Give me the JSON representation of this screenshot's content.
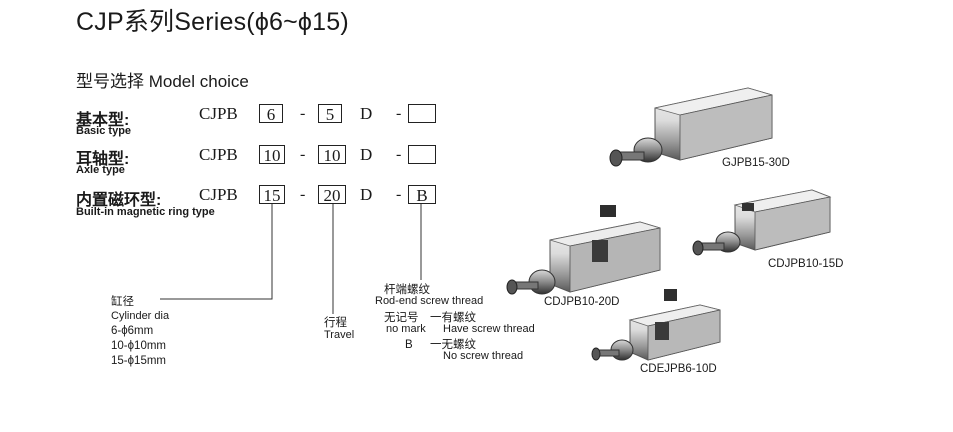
{
  "title": "CJP系列Series(ϕ6~ϕ15)",
  "section": "型号选择 Model choice",
  "rows": [
    {
      "label": "基本型:",
      "sublabel": "Basic type",
      "prefix": "CJPB",
      "bore": "6",
      "stroke": "5",
      "action": "D",
      "thread": ""
    },
    {
      "label": "耳轴型:",
      "sublabel": "Axle type",
      "prefix": "CJPB",
      "bore": "10",
      "stroke": "10",
      "action": "D",
      "thread": ""
    },
    {
      "label": "内置磁环型:",
      "sublabel": "Built-in magnetic ring type",
      "prefix": "CJPB",
      "bore": "15",
      "stroke": "20",
      "action": "D",
      "thread": "B"
    }
  ],
  "separator": "-",
  "cylinder": {
    "zh": "缸径",
    "en": "Cylinder dia",
    "options": [
      "6-ϕ6mm",
      "10-ϕ10mm",
      "15-ϕ15mm"
    ]
  },
  "travel": {
    "zh": "行程",
    "en": "Travel"
  },
  "thread": {
    "zh": "杆端螺纹",
    "en": "Rod-end screw thread",
    "opt1_key_zh": "无记号",
    "opt1_key_en": "no mark",
    "opt1_val_zh": "一有螺纹",
    "opt1_val_en": "Have screw thread",
    "opt2_key": "B",
    "opt2_val_zh": "一无螺纹",
    "opt2_val_en": "No screw thread"
  },
  "products": [
    "GJPB15-30D",
    "CDJPB10-15D",
    "CDJPB10-20D",
    "CDEJPB6-10D"
  ],
  "colors": {
    "text": "#1a1a1a",
    "metal_light": "#e6e6e6",
    "metal_dark": "#4a4a4a",
    "background": "#ffffff"
  }
}
